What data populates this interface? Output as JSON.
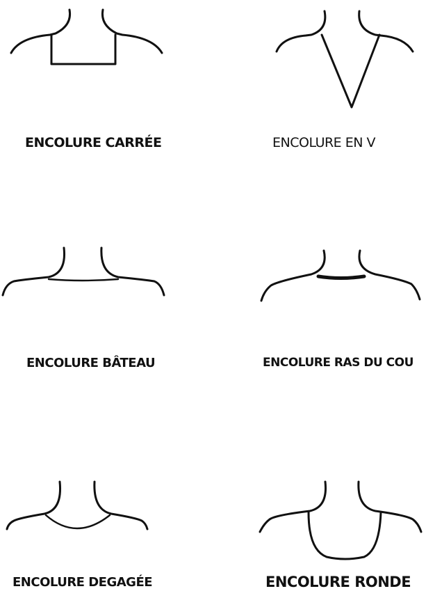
{
  "necklines": [
    {
      "id": "carree",
      "label": "ENCOLURE CARRÉE"
    },
    {
      "id": "en-v",
      "label": "ENCOLURE EN V"
    },
    {
      "id": "bateau",
      "label": "ENCOLURE BÂTEAU"
    },
    {
      "id": "ras-du-cou",
      "label": "ENCOLURE RAS DU COU"
    },
    {
      "id": "degagee",
      "label": "ENCOLURE DEGAGÉE"
    },
    {
      "id": "ronde",
      "label": "ENCOLURE RONDE"
    }
  ]
}
